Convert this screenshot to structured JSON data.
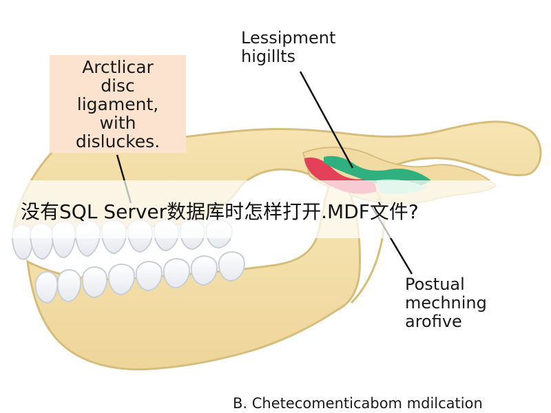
{
  "labels": {
    "disc_ligament": "Arctlicar\ndisc\nligament,\nwith\ndisluckes.",
    "top_right": "Lessipment\nhigillts",
    "bottom_right": "Postual\nmechning\narofive"
  },
  "caption": "B. Chetecomenticabom mdilcation",
  "overlay_title": "没有SQL Server数据库时怎样打开.MDF文件?",
  "colors": {
    "bone": "#f3dfa6",
    "bone_outline": "#d9c07f",
    "teeth": "#fbfbfb",
    "disc_green": "#2fb07f",
    "disc_red": "#e5405a",
    "label_box": "#fbe3cf"
  }
}
